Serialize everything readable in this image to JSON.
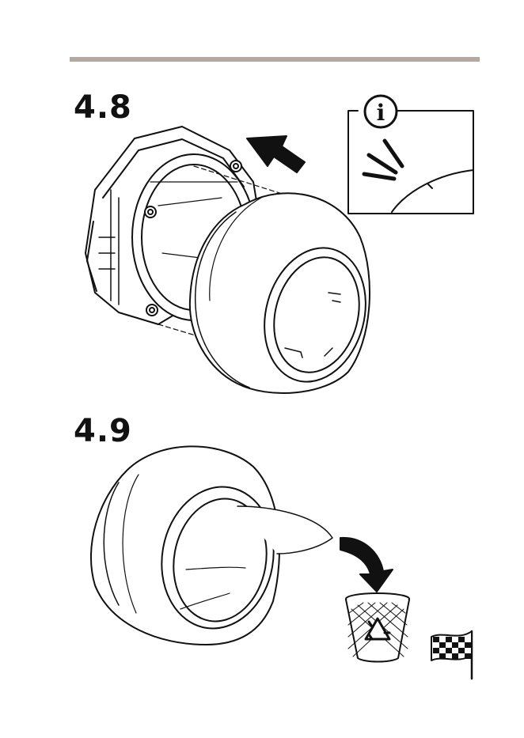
{
  "page": {
    "divider_color": "#b4a8a2"
  },
  "steps": [
    {
      "number": "4.8",
      "illustration": "attach-cover-to-camera-body"
    },
    {
      "number": "4.9",
      "illustration": "remove-protective-film"
    }
  ],
  "info_icon": {
    "glyph": "i",
    "meaning": "info-icon"
  },
  "recycle": {
    "icon": "recycle-bin-icon"
  },
  "finish": {
    "icon": "checkered-flag-icon"
  }
}
